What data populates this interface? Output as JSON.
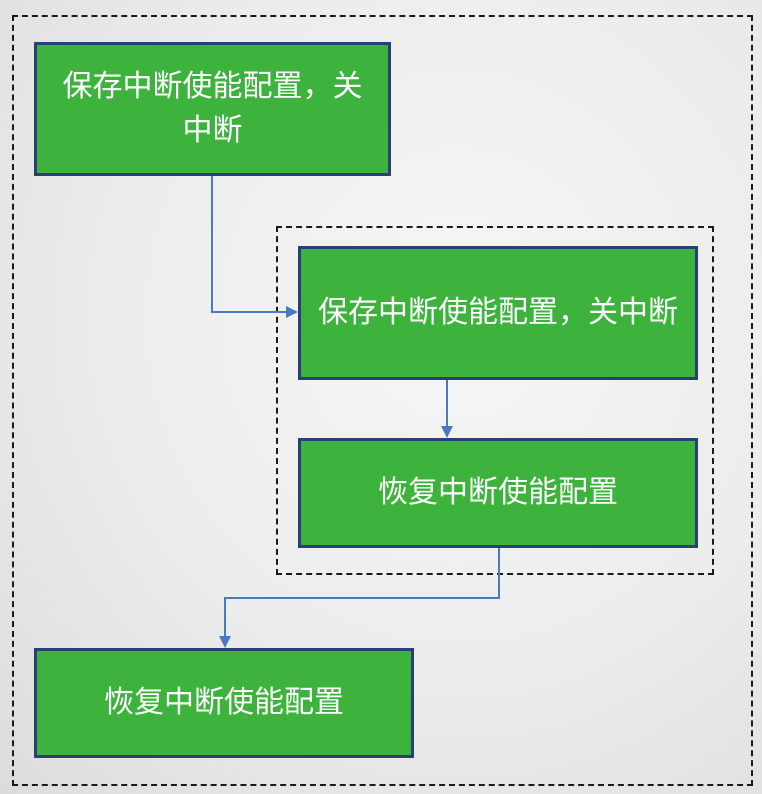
{
  "diagram": {
    "nodes": [
      {
        "id": "box-1",
        "label": "保存中断使能配置，关中断"
      },
      {
        "id": "box-2",
        "label": "保存中断使能配置，关中断"
      },
      {
        "id": "box-3",
        "label": "恢复中断使能配置"
      },
      {
        "id": "box-4",
        "label": "恢复中断使能配置"
      }
    ],
    "edges": [
      {
        "from": "box-1",
        "to": "box-2"
      },
      {
        "from": "box-2",
        "to": "box-3"
      },
      {
        "from": "box-3",
        "to": "box-4"
      }
    ],
    "groups": [
      {
        "id": "outer-group",
        "contains": [
          "box-1",
          "inner-group",
          "box-4"
        ]
      },
      {
        "id": "inner-group",
        "contains": [
          "box-2",
          "box-3"
        ]
      }
    ],
    "colors": {
      "box_fill": "#3db33d",
      "box_border": "#2a3f73",
      "box_text": "#ffffff",
      "connector": "#4a78c2",
      "group_border": "#1a1a1a"
    }
  }
}
